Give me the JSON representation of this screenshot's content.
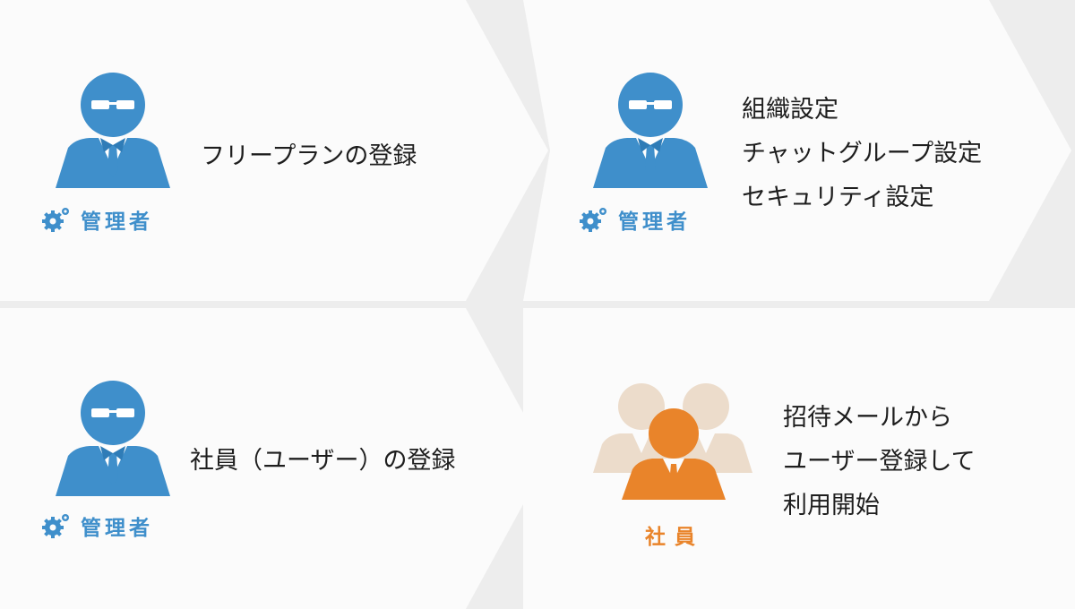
{
  "steps": [
    {
      "role": "管理者",
      "lines": [
        "フリープランの登録"
      ]
    },
    {
      "role": "管理者",
      "lines": [
        "組織設定",
        "チャットグループ設定",
        "セキュリティ設定"
      ]
    },
    {
      "role": "管理者",
      "lines": [
        "社員（ユーザー）の登録"
      ]
    },
    {
      "role": "社員",
      "lines": [
        "招待メールから",
        "ユーザー登録して",
        "利用開始"
      ]
    }
  ],
  "colors": {
    "admin": "#3f8fcb",
    "staff": "#e9842a",
    "staff_light": "#ecdccb"
  }
}
